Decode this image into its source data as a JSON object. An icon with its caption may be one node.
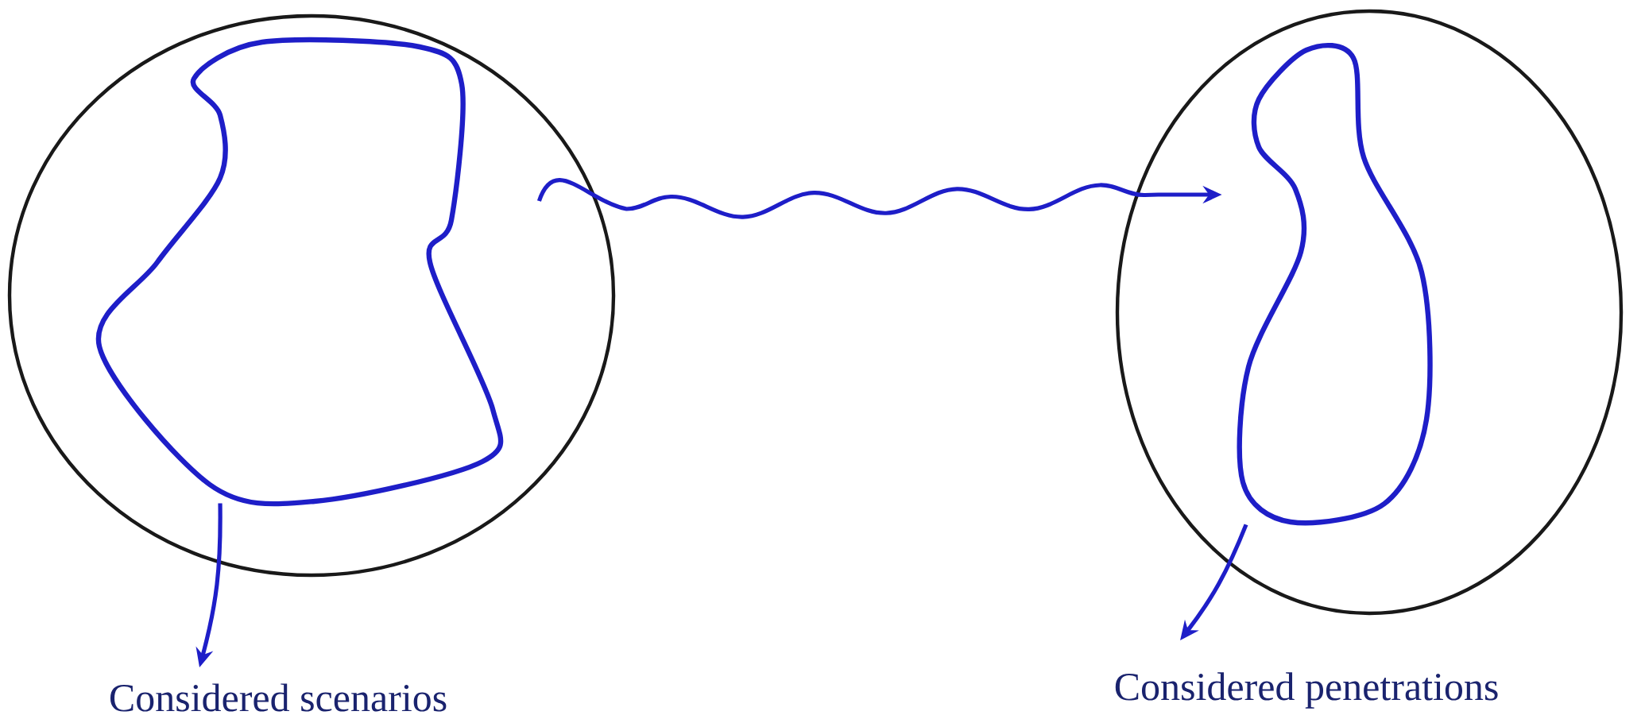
{
  "diagram": {
    "nodes": [
      {
        "text": [],
        "shape": "circle"
      },
      {
        "text": [],
        "shape": "blob",
        "in": 0
      },
      {
        "text": [],
        "shape": "circle"
      },
      {
        "text": [],
        "shape": "blob",
        "in": 2
      },
      {
        "text": [
          "Considered scenarios"
        ]
      },
      {
        "text": [
          "Considered penetrations"
        ]
      }
    ],
    "edges": [
      {
        "from": 1,
        "to": 3,
        "arrow": "to"
      },
      {
        "from": 1,
        "to": 4,
        "arrow": "to"
      },
      {
        "from": 3,
        "to": 5,
        "arrow": "to"
      }
    ]
  }
}
